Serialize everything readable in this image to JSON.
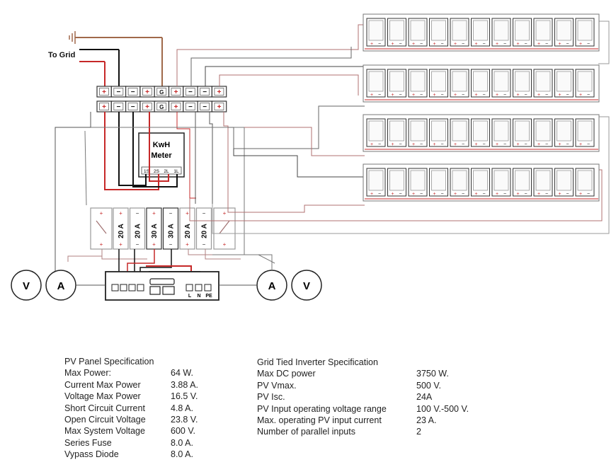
{
  "labels": {
    "to_grid": "To Grid",
    "meter_line1": "KwH",
    "meter_line2": "Meter",
    "meter_terminals": [
      "1S",
      "2S",
      "2L",
      "1L"
    ],
    "voltmeter": "V",
    "ammeter": "A",
    "ground_terminal": "G",
    "inverter_terminals": [
      "L",
      "N",
      "PE"
    ]
  },
  "terminal_block": [
    "+",
    "−",
    "−",
    "+",
    "G",
    "+",
    "−",
    "−",
    "+"
  ],
  "fuses": [
    "20 A",
    "20 A",
    "30 A",
    "30 A",
    "20 A",
    "20 A"
  ],
  "pv_array": {
    "rows": 4,
    "panels_per_row": 11
  },
  "colors": {
    "positive": "#c62828",
    "negative": "#222222",
    "ground": "#a0694a",
    "light_wire": "#b09090"
  },
  "pv_spec": {
    "title": "PV Panel Specification",
    "rows": [
      {
        "label": "Max Power:",
        "value": "64 W."
      },
      {
        "label": "Current Max Power",
        "value": "3.88 A."
      },
      {
        "label": "Voltage Max Power",
        "value": "16.5 V."
      },
      {
        "label": "Short Circuit Current",
        "value": "4.8 A."
      },
      {
        "label": "Open Circuit Voltage",
        "value": "23.8 V."
      },
      {
        "label": "Max System Voltage",
        "value": "600 V."
      },
      {
        "label": "Series Fuse",
        "value": "8.0 A."
      },
      {
        "label": "Vypass Diode",
        "value": "8.0 A."
      }
    ]
  },
  "inverter_spec": {
    "title": "Grid Tied Inverter Specification",
    "rows": [
      {
        "label": "Max DC power",
        "value": "3750 W."
      },
      {
        "label": "PV Vmax.",
        "value": "500 V."
      },
      {
        "label": "PV Isc.",
        "value": "24A"
      },
      {
        "label": "PV Input operating voltage range",
        "value": "100 V.-500 V."
      },
      {
        "label": "Max. operating PV input current",
        "value": "23 A."
      },
      {
        "label": "Number of parallel inputs",
        "value": "2"
      }
    ]
  }
}
